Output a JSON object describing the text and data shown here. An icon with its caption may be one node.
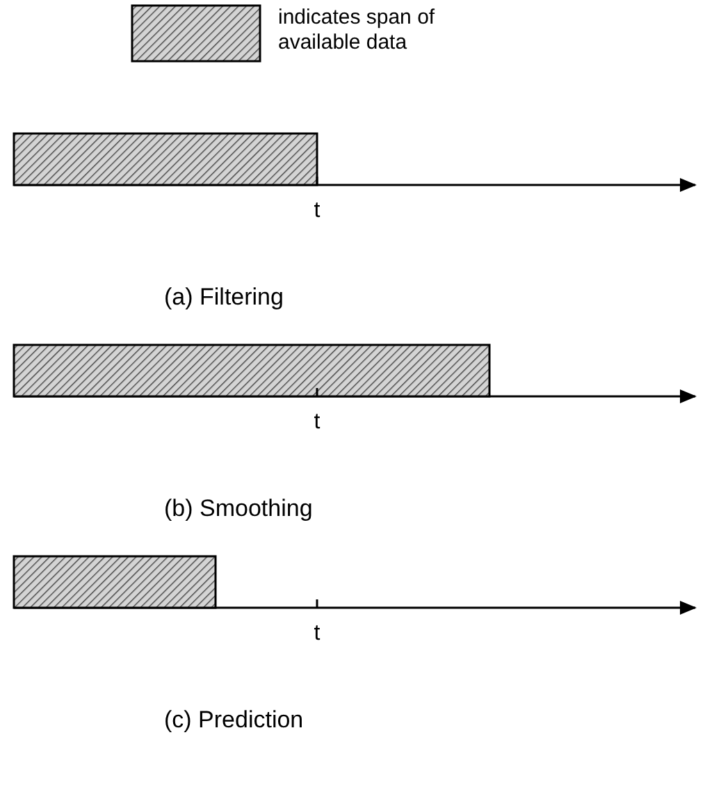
{
  "diagram": {
    "nodes": [
      {
        "text": [],
        "shape": "bar"
      },
      {
        "text": [],
        "shape": "bar"
      },
      {
        "text": [],
        "shape": "bar"
      }
    ],
    "labels": [
      "t",
      "(a) Filtering",
      "t",
      "(b) Smoothing",
      "t",
      "(c) Prediction"
    ],
    "legend": [
      {
        "text": "indicates span of available data"
      }
    ]
  }
}
